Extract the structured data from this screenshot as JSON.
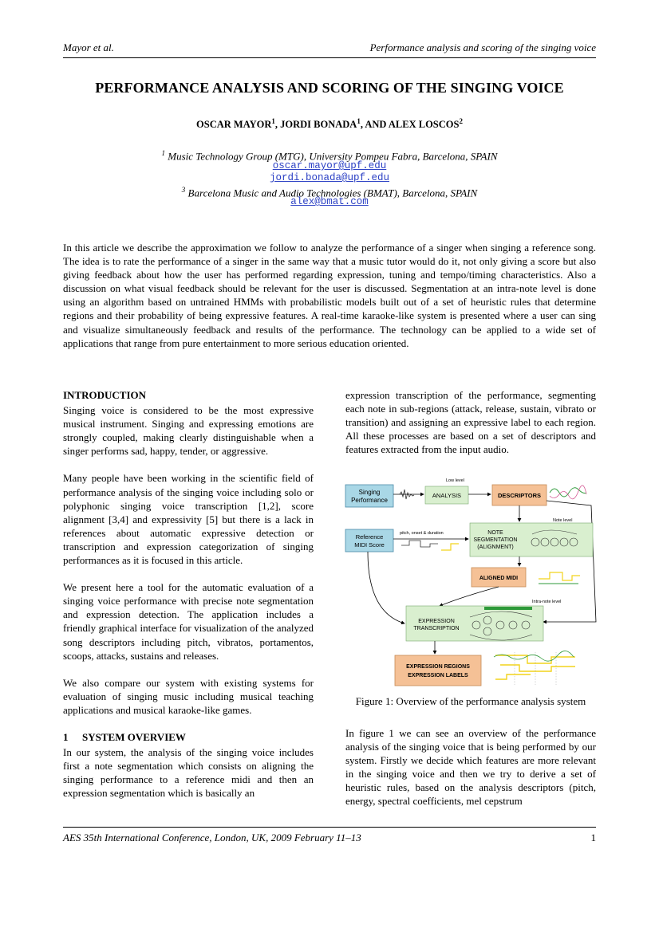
{
  "header": {
    "left": "Mayor et al.",
    "right": "Performance analysis and scoring of the singing voice"
  },
  "title": "PERFORMANCE ANALYSIS AND SCORING OF THE SINGING VOICE",
  "authors": [
    {
      "name": "OSCAR MAYOR",
      "sup": "1",
      "sep": ", "
    },
    {
      "name": "JORDI BONADA",
      "sup": "1",
      "sep": ", AND "
    },
    {
      "name": "ALEX LOSCOS",
      "sup": "2",
      "sep": ""
    }
  ],
  "affiliations": {
    "aff1_sup": "1",
    "aff1": "Music Technology Group (MTG), University Pompeu Fabra, Barcelona, SPAIN",
    "email1": "oscar.mayor@upf.edu",
    "email2": "jordi.bonada@upf.edu",
    "aff2_sup": "3",
    "aff2": "Barcelona Music and Audio Technologies (BMAT), Barcelona, SPAIN",
    "email3": "alex@bmat.com"
  },
  "abstract": "In this article we describe the approximation we follow to analyze the performance of a singer when singing a reference song. The idea is to rate the performance of a singer in the same way that a music tutor would do it, not only giving a score but also giving feedback about how the user has performed regarding expression, tuning and tempo/timing characteristics. Also a discussion on what visual feedback should be relevant for the user is discussed. Segmentation at an intra-note level is done using an algorithm based on untrained HMMs with probabilistic models built out of a set of heuristic rules that determine regions and their probability of being expressive features. A real-time karaoke-like system is presented where a user can sing and visualize simultaneously feedback and results of the performance. The technology can be applied to a wide set of applications that range from pure entertainment to more serious education oriented.",
  "left_col": {
    "intro_head": "INTRODUCTION",
    "p1": "Singing voice is considered to be the most expressive musical instrument. Singing and expressing emotions are strongly coupled, making clearly distinguishable when a singer performs sad, happy, tender, or aggressive.",
    "p2": "Many people have been working in the scientific field of performance analysis of the singing voice including solo or polyphonic singing voice transcription [1,2], score alignment [3,4] and expressivity [5] but there is a lack in references about automatic expressive detection or transcription and expression categorization of singing performances as it is focused in this article.",
    "p3": "We present here a tool for the automatic evaluation of a singing voice performance with precise note segmentation and expression detection. The application includes a friendly graphical interface for visualization of the analyzed song descriptors including pitch, vibratos, portamentos, scoops, attacks, sustains and releases.",
    "p4": "We also compare our system with existing systems for evaluation of singing music including musical teaching applications and musical karaoke-like games.",
    "sec1_num": "1",
    "sec1_head": "SYSTEM OVERVIEW",
    "p5": "In our system, the analysis of the singing voice includes first a note segmentation which consists on aligning the singing performance to a reference midi and then an expression segmentation which is basically an"
  },
  "right_col": {
    "p1": "expression transcription of the performance, segmenting each note in sub-regions (attack, release, sustain, vibrato or transition) and assigning an expressive label to each region. All these processes are based on a set of descriptors and features extracted from the input audio.",
    "p2": "In figure 1 we can see an overview of the performance analysis of the singing voice that is being performed by our system. Firstly we decide which features are more relevant in the singing voice and then we try to derive a set of heuristic rules, based on the analysis descriptors (pitch, energy, spectral coefficients, mel cepstrum"
  },
  "figure": {
    "caption": "Figure 1: Overview of the performance analysis system",
    "singing_performance_1": "Singing",
    "singing_performance_2": "Performance",
    "reference_midi_1": "Reference",
    "reference_midi_2": "MIDI Score",
    "analysis": "ANALYSIS",
    "descriptors": "DESCRIPTORS",
    "note_seg_1": "NOTE",
    "note_seg_2": "SEGMENTATION",
    "note_seg_3": "(ALIGNMENT)",
    "aligned_midi": "ALIGNED MIDI",
    "expr_trans_1": "EXPRESSION",
    "expr_trans_2": "TRANSCRIPTION",
    "expr_regions_1": "EXPRESSION REGIONS",
    "expr_regions_2": "EXPRESSION LABELS",
    "low_level": "Low level",
    "note_level": "Note level",
    "intra_note_level": "Intra-note level",
    "pitch_onset": "pitch, onset & duration",
    "colors": {
      "blue_box": "#a9d7e6",
      "orange_box": "#f5c196",
      "green_box": "#d9efcf",
      "arrow": "#000000",
      "accent_green": "#2e9a3a",
      "accent_yellow": "#f2d31c"
    }
  },
  "footer": {
    "left": "AES 35th International Conference, London, UK, 2009 February 11–13",
    "page": "1"
  }
}
